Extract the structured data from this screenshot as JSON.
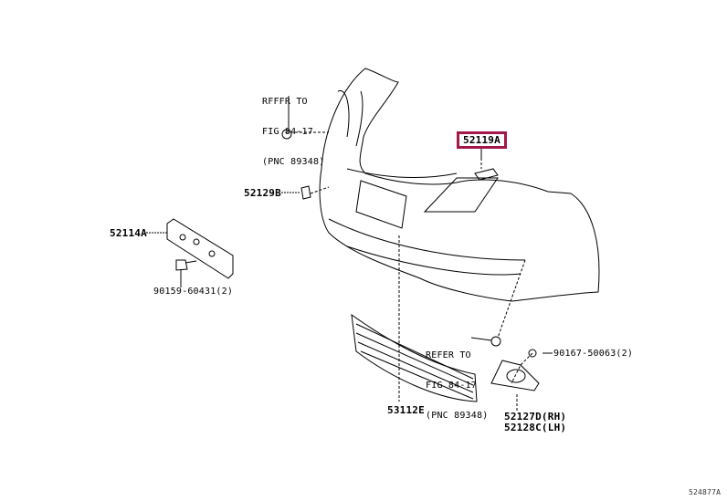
{
  "callouts": {
    "top_left": [
      "RFFFR TO",
      "FIG 84-17",
      "(PNC 89348)"
    ],
    "bottom": [
      "REFER TO",
      "FIG 84-17",
      "(PNC 89348)"
    ]
  },
  "parts": {
    "highlighted": "52119A",
    "cap": "52129B",
    "bracket": "52114A",
    "bracket_bolt": "90159-60431(2)",
    "grille": "53112E",
    "fog_bolt": "90167-50063(2)",
    "fog_cover_rh": "52127D(RH)",
    "fog_cover_lh": "52128C(LH)"
  },
  "highlight_color": "#a3174a",
  "diagram_code": "524877A"
}
